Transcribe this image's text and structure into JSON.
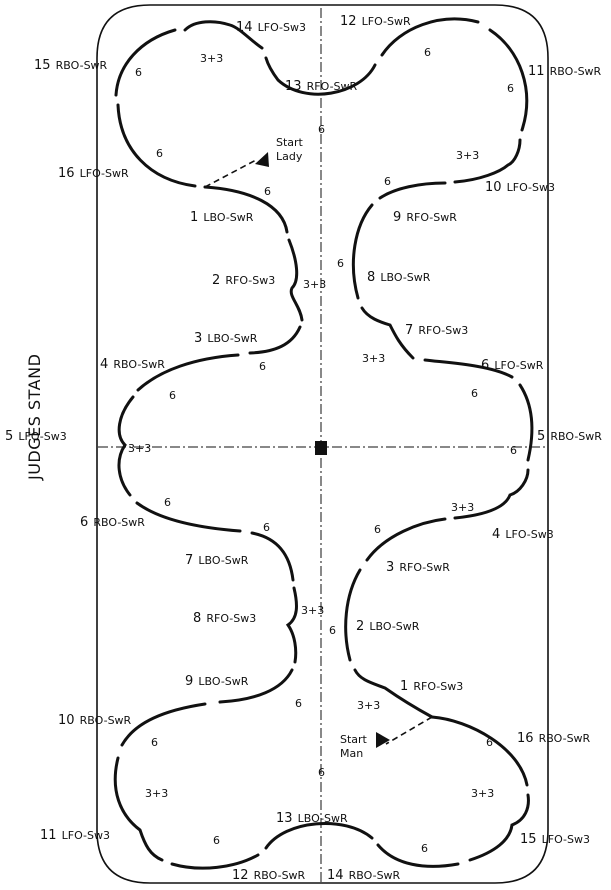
{
  "side_label": "JUDGES STAND",
  "start_lady": {
    "line1": "Start",
    "line2": "Lady"
  },
  "start_man": {
    "line1": "Start",
    "line2": "Man"
  },
  "lady_steps": [
    {
      "num": "1",
      "code": "LBO-SwR"
    },
    {
      "num": "2",
      "code": "RFO-Sw3"
    },
    {
      "num": "3",
      "code": "LBO-SwR"
    },
    {
      "num": "4",
      "code": "RBO-SwR"
    },
    {
      "num": "5",
      "code": "LFO-Sw3"
    },
    {
      "num": "6",
      "code": "RBO-SwR"
    },
    {
      "num": "7",
      "code": "LBO-SwR"
    },
    {
      "num": "8",
      "code": "RFO-Sw3"
    },
    {
      "num": "9",
      "code": "LBO-SwR"
    },
    {
      "num": "10",
      "code": "RBO-SwR"
    },
    {
      "num": "11",
      "code": "LFO-Sw3"
    },
    {
      "num": "12",
      "code": "RBO-SwR"
    },
    {
      "num": "13",
      "code": "LBO-SwR"
    },
    {
      "num": "14",
      "code": "RBO-SwR"
    },
    {
      "num": "15",
      "code": "LFO-Sw3"
    },
    {
      "num": "16",
      "code": "RBO-SwR"
    }
  ],
  "man_steps": [
    {
      "num": "1",
      "code": "RFO-Sw3"
    },
    {
      "num": "2",
      "code": "LBO-SwR"
    },
    {
      "num": "3",
      "code": "RFO-SwR"
    },
    {
      "num": "4",
      "code": "LFO-Sw3"
    },
    {
      "num": "5",
      "code": "RBO-SwR"
    },
    {
      "num": "6",
      "code": "LFO-SwR"
    },
    {
      "num": "7",
      "code": "RFO-Sw3"
    },
    {
      "num": "8",
      "code": "LBO-SwR"
    },
    {
      "num": "9",
      "code": "RFO-SwR"
    },
    {
      "num": "10",
      "code": "LFO-Sw3"
    },
    {
      "num": "11",
      "code": "RBO-SwR"
    },
    {
      "num": "12",
      "code": "LFO-SwR"
    },
    {
      "num": "13",
      "code": "RFO-SwR"
    },
    {
      "num": "14",
      "code": "LFO-Sw3"
    },
    {
      "num": "15",
      "code": "RBO-SwR"
    },
    {
      "num": "16",
      "code": "LFO-SwR"
    }
  ],
  "beats": {
    "six": "6",
    "three_three": "3+3"
  }
}
